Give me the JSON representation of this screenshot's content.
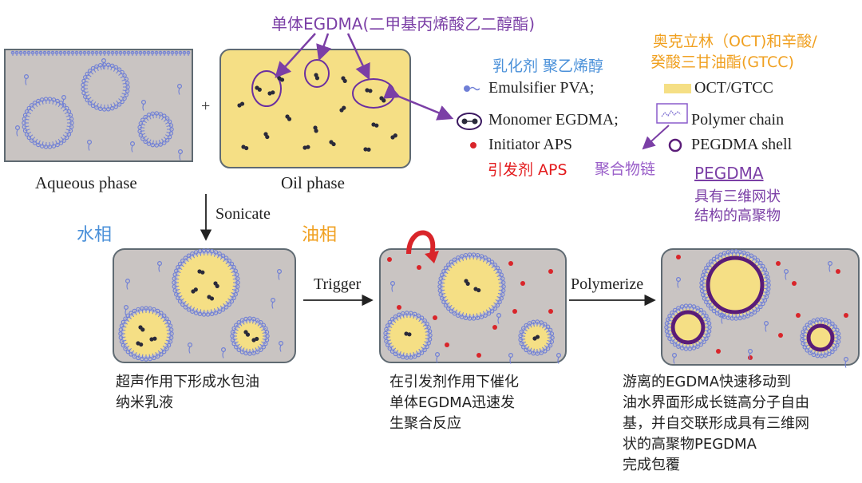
{
  "annotations": {
    "monomer_cn": "单体EGDMA(二甲基丙烯酸乙二醇酯)",
    "oil_components_cn_1": "奥克立林（OCT)和辛酸/",
    "oil_components_cn_2": "癸酸三甘油酯(GTCC)",
    "emulsifier_cn": "乳化剂 聚乙烯醇",
    "initiator_cn": "引发剂 APS",
    "polymer_chain_cn": "聚合物链",
    "shell_cn_1": "PEGDMA",
    "shell_cn_2": "具有三维网状",
    "shell_cn_3": "结构的高聚物",
    "aqueous_cn": "水相",
    "oil_cn": "油相"
  },
  "legend": {
    "emulsifier": "Emulsifier PVA;",
    "oct_gtcc": "OCT/GTCC",
    "monomer": "Monomer EGDMA;",
    "polymer_chain": "Polymer chain",
    "initiator": "Initiator APS",
    "shell": "PEGDMA shell"
  },
  "phases": {
    "aqueous_label": "Aqueous phase",
    "oil_label": "Oil phase",
    "plus": "+"
  },
  "steps": {
    "sonicate": "Sonicate",
    "trigger": "Trigger",
    "polymerize": "Polymerize"
  },
  "captions": {
    "step1_line1": "超声作用下形成水包油",
    "step1_line2": "纳米乳液",
    "step2_line1": "在引发剂作用下催化",
    "step2_line2": "单体EGDMA迅速发",
    "step2_line3": "生聚合反应",
    "step3_line1": "游离的EGDMA快速移动到",
    "step3_line2": "油水界面形成长链高分子自由",
    "step3_line3": "基，并自交联形成具有三维网",
    "step3_line4": "状的高聚物PEGDMA",
    "step3_line5": "完成包覆"
  },
  "colors": {
    "purple_annot": "#7b3fa6",
    "orange_annot": "#f0a020",
    "blue_annot": "#4a90d9",
    "red_annot": "#e31a1c",
    "aqueous_bg": "#c9c4c2",
    "oil_bg": "#f5df85",
    "surfactant_blue": "#6f7fd6",
    "shell_purple": "#5a1c78",
    "initiator_red": "#d9252a"
  }
}
